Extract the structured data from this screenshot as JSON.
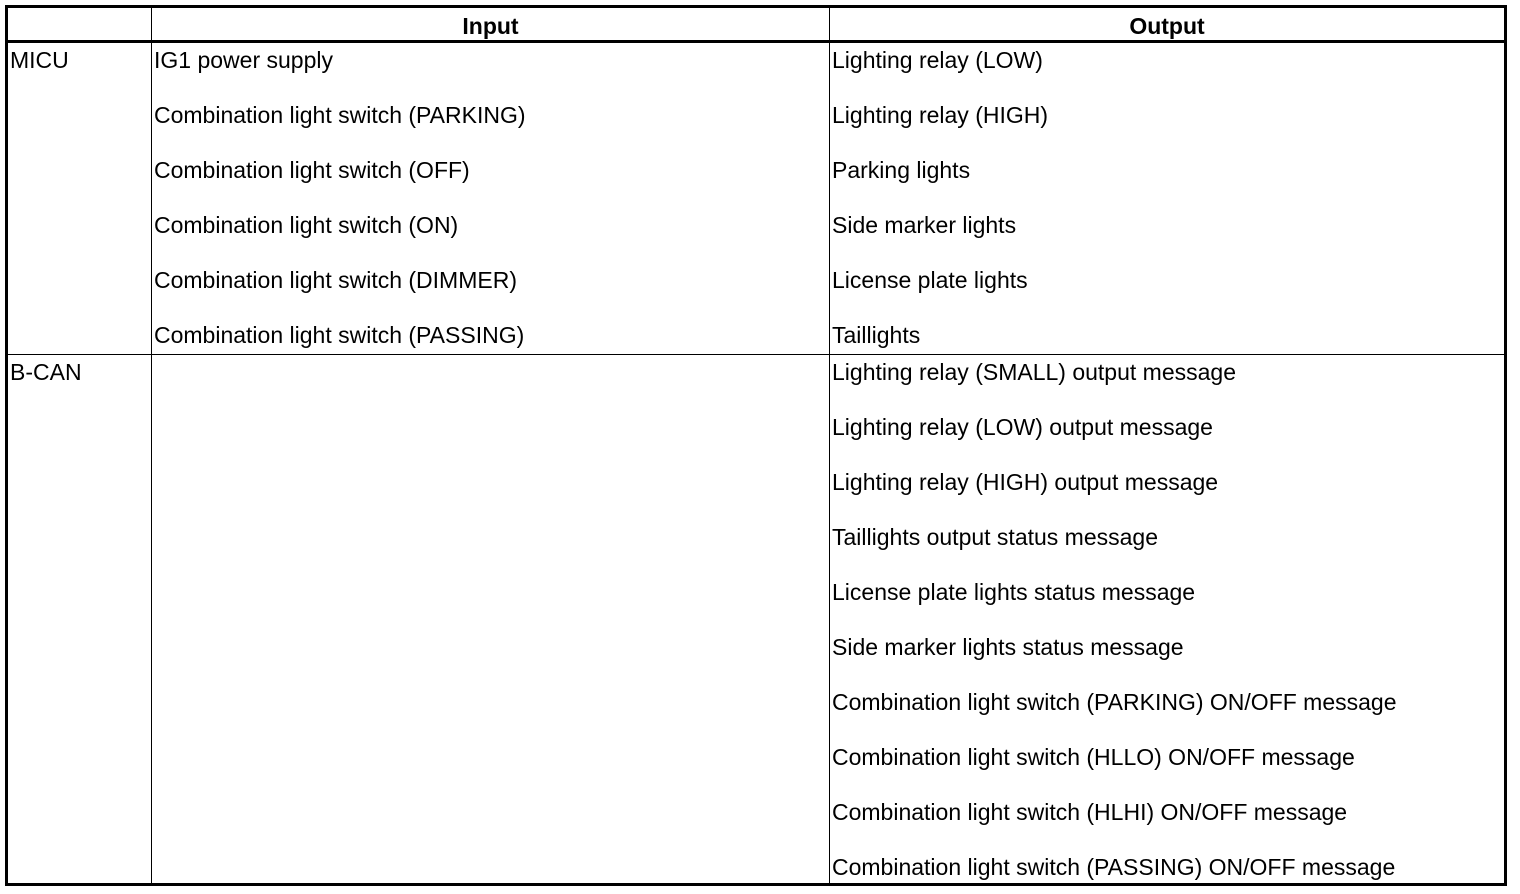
{
  "table": {
    "headers": {
      "corner": "",
      "input": "Input",
      "output": "Output"
    },
    "rows": [
      {
        "system": "MICU",
        "inputs": [
          "IG1 power supply",
          "Combination light switch (PARKING)",
          "Combination light switch (OFF)",
          "Combination light switch (ON)",
          "Combination light switch (DIMMER)",
          "Combination light switch (PASSING)"
        ],
        "outputs": [
          "Lighting relay (LOW)",
          "Lighting relay (HIGH)",
          "Parking lights",
          "Side marker lights",
          "License plate lights",
          "Taillights"
        ]
      },
      {
        "system": "B-CAN",
        "inputs": [],
        "outputs": [
          "Lighting relay (SMALL) output message",
          "Lighting relay (LOW) output message",
          "Lighting relay (HIGH) output message",
          "Taillights output status message",
          "License plate lights status message",
          "Side marker lights status message",
          "Combination light switch (PARKING) ON/OFF message",
          "Combination light switch (HLLO) ON/OFF message",
          "Combination light switch (HLHI) ON/OFF message",
          "Combination light switch (PASSING) ON/OFF message"
        ]
      }
    ]
  }
}
